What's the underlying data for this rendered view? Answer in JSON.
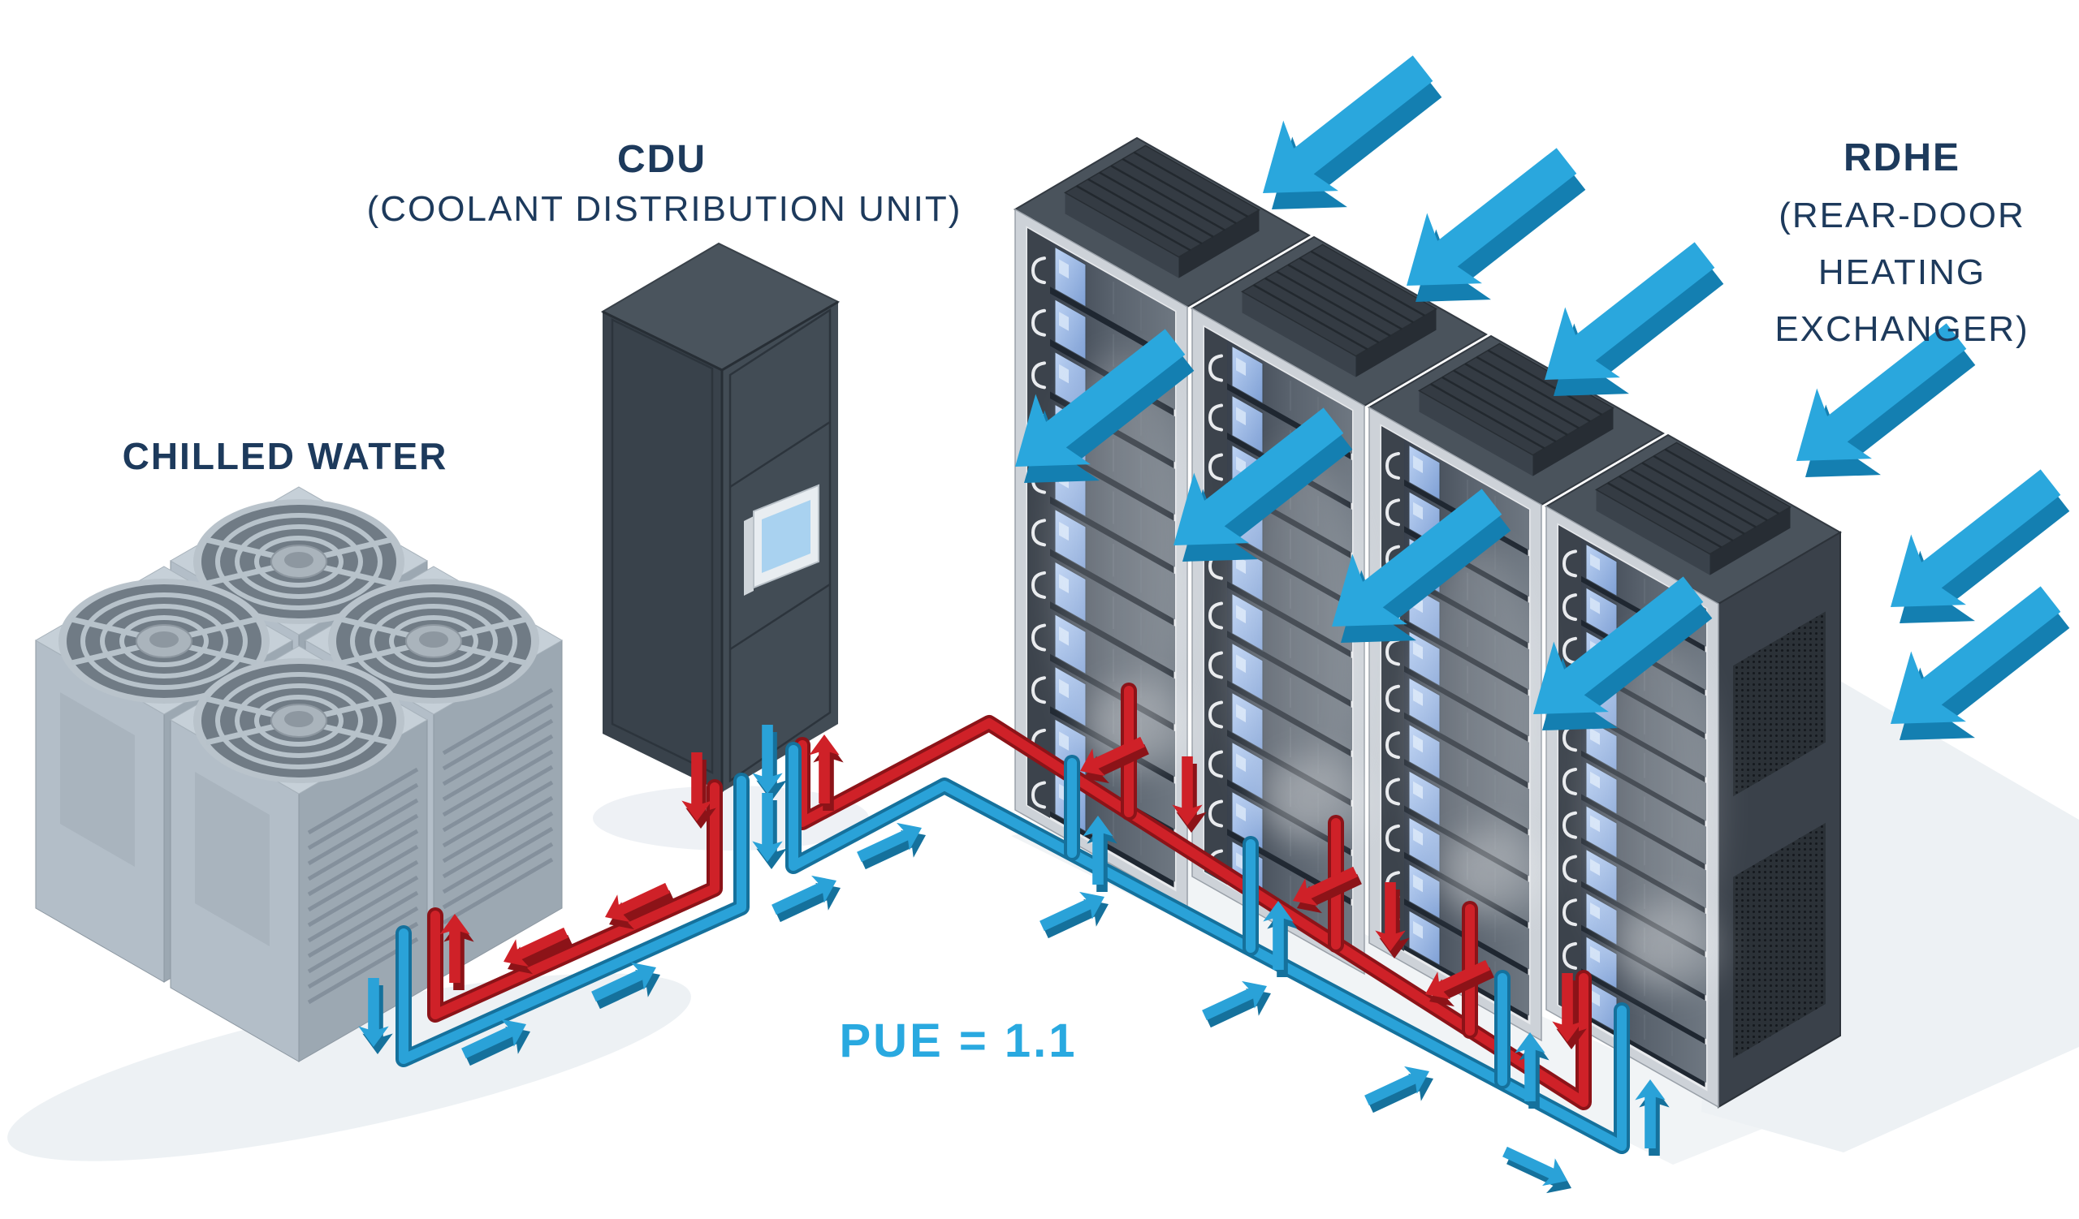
{
  "labels": {
    "chilled_water": "CHILLED WATER",
    "cdu_title": "CDU",
    "cdu_subtitle": "(COOLANT DISTRIBUTION UNIT)",
    "rdhe_title": "RDHE",
    "rdhe_line1": "(REAR-DOOR",
    "rdhe_line2": "HEATING",
    "rdhe_line3": "EXCHANGER)",
    "pue": "PUE = 1.1"
  },
  "colors": {
    "label_navy": "#1d3a5c",
    "accent_blue": "#29a9e0",
    "airflow_arrow_top": "#2aa7dd",
    "airflow_arrow_side": "#147fb1",
    "pipe_red": "#cf2128",
    "pipe_red_dark": "#8c1318",
    "pipe_blue": "#2aa2d8",
    "pipe_blue_dark": "#15719c"
  },
  "diagram": {
    "chiller_unit_count": 4,
    "rack_count": 4,
    "servers_per_rack": 11,
    "pue_value": "1.1"
  }
}
